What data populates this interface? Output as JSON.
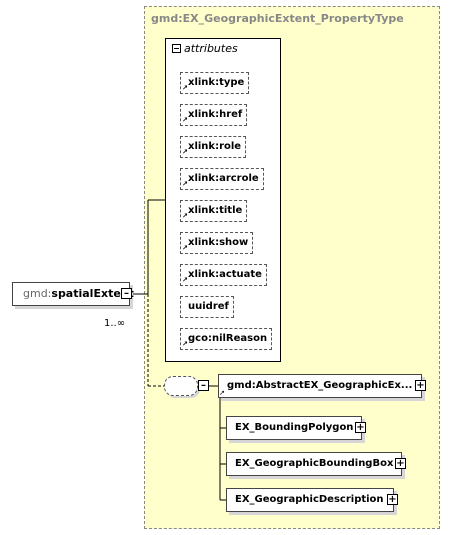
{
  "type_title": "gmd:EX_GeographicExtent_PropertyType",
  "attributes": {
    "header": "attributes",
    "items": [
      "xlink:type",
      "xlink:href",
      "xlink:role",
      "xlink:arcrole",
      "xlink:title",
      "xlink:show",
      "xlink:actuate",
      "uuidref",
      "gco:nilReason"
    ]
  },
  "root": {
    "namespace": "gmd:",
    "name": "spatialExtent",
    "cardinality": "1..∞"
  },
  "abstract": {
    "label": "gmd:AbstractEX_GeographicEx..."
  },
  "substitutes": [
    "EX_BoundingPolygon",
    "EX_GeographicBoundingBox",
    "EX_GeographicDescription"
  ],
  "colors": {
    "type_bg": "#ffffcc",
    "border": "#888888",
    "title": "#888888"
  }
}
